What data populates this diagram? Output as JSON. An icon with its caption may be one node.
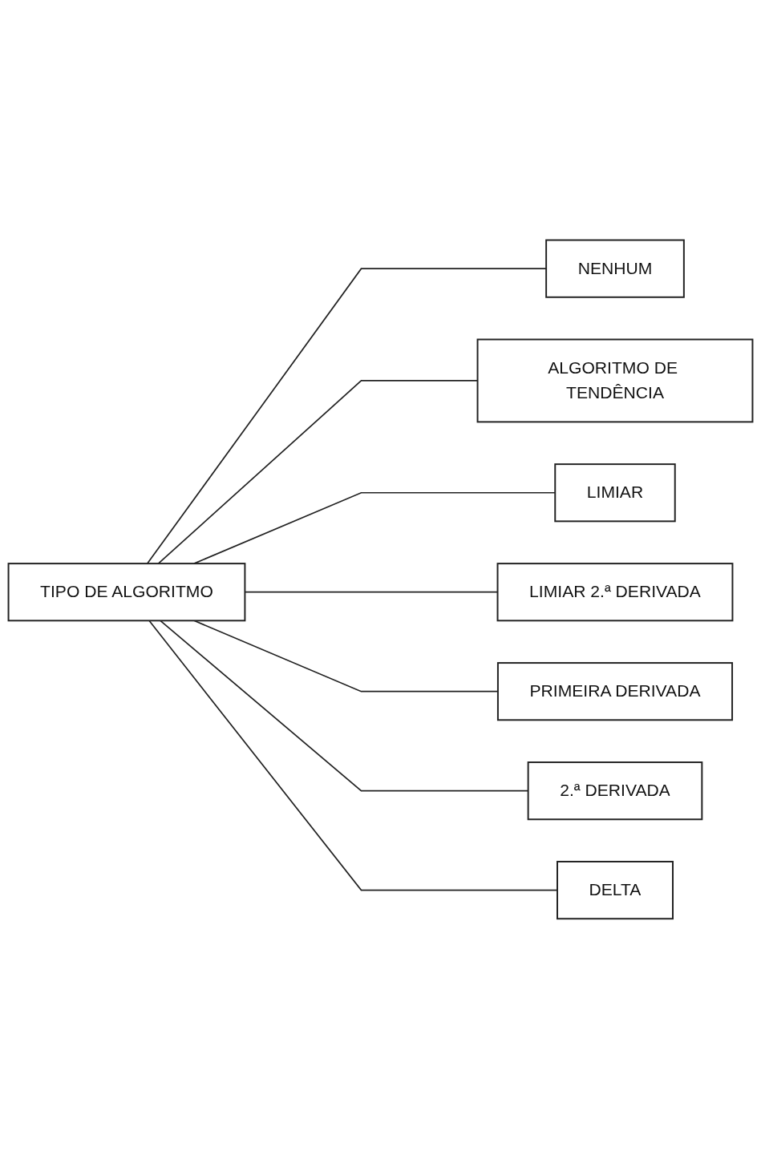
{
  "diagram": {
    "nodes": [
      {
        "text": [
          "TIPO DE ALGORITMO"
        ]
      },
      {
        "text": [
          "NENHUM"
        ]
      },
      {
        "text": [
          "ALGORITMO DE TENDÊNCIA"
        ]
      },
      {
        "text": [
          "LIMIAR"
        ]
      },
      {
        "text": [
          "LIMIAR 2.ª DERIVADA"
        ]
      },
      {
        "text": [
          "PRIMEIRA DERIVADA"
        ]
      },
      {
        "text": [
          "2.ª DERIVADA"
        ]
      },
      {
        "text": [
          "DELTA"
        ]
      }
    ],
    "edges": [
      {
        "from": 0,
        "to": 1,
        "arrow": "none"
      },
      {
        "from": 0,
        "to": 2,
        "arrow": "none"
      },
      {
        "from": 0,
        "to": 3,
        "arrow": "none"
      },
      {
        "from": 0,
        "to": 4,
        "arrow": "none"
      },
      {
        "from": 0,
        "to": 5,
        "arrow": "none"
      },
      {
        "from": 0,
        "to": 6,
        "arrow": "none"
      },
      {
        "from": 0,
        "to": 7,
        "arrow": "none"
      }
    ]
  }
}
